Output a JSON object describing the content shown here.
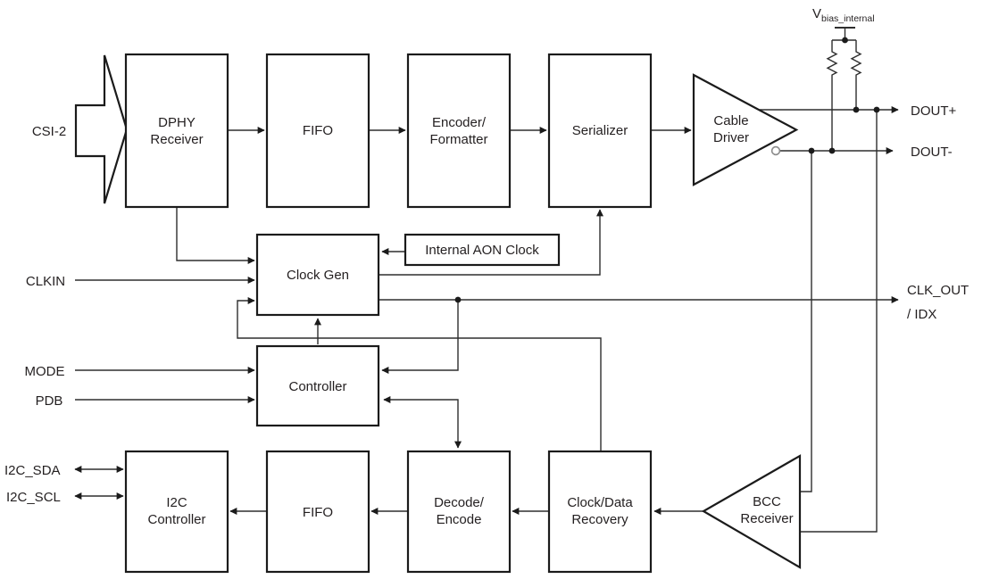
{
  "colors": {
    "line": "#2e2e2e",
    "block_stroke": "#1b1b1b",
    "background": "#ffffff",
    "text": "#231f20"
  },
  "blocks": {
    "dphy": {
      "line1": "DPHY",
      "line2": "Receiver"
    },
    "fifo_top": {
      "label": "FIFO"
    },
    "encoder": {
      "line1": "Encoder/",
      "line2": "Formatter"
    },
    "serializer": {
      "label": "Serializer"
    },
    "cable_driver": {
      "line1": "Cable",
      "line2": "Driver"
    },
    "clock_gen": {
      "label": "Clock Gen"
    },
    "aon_clock": {
      "label": "Internal AON Clock"
    },
    "controller": {
      "label": "Controller"
    },
    "i2c_controller": {
      "line1": "I2C",
      "line2": "Controller"
    },
    "fifo_bottom": {
      "label": "FIFO"
    },
    "decode_encode": {
      "line1": "Decode/",
      "line2": "Encode"
    },
    "clock_data_recovery": {
      "line1": "Clock/Data",
      "line2": "Recovery"
    },
    "bcc_receiver": {
      "line1": "BCC",
      "line2": "Receiver"
    }
  },
  "pins": {
    "csi2": "CSI-2",
    "clkin": "CLKIN",
    "mode": "MODE",
    "pdb": "PDB",
    "i2c_sda": "I2C_SDA",
    "i2c_scl": "I2C_SCL",
    "dout_plus": "DOUT+",
    "dout_minus": "DOUT-",
    "clk_out": "CLK_OUT",
    "idx": "/ IDX",
    "vbias_main": "V",
    "vbias_sub": "bias_internal"
  }
}
